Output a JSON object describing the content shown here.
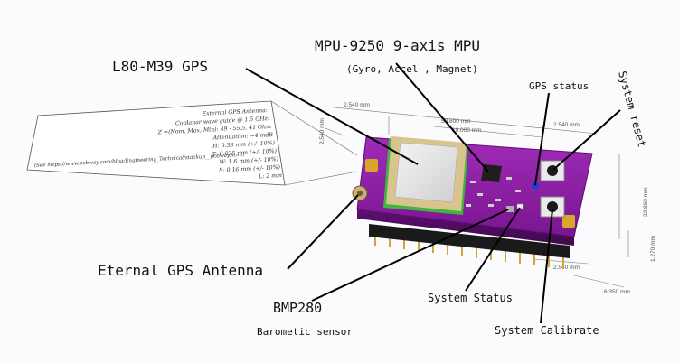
{
  "labels": {
    "gps": "L80-M39 GPS",
    "mpu": "MPU-9250 9-axis MPU",
    "mpu_sub": "(Gyro, Accel , Magnet)",
    "gps_status": "GPS status",
    "system_reset": "System reset",
    "antenna": "Eternal GPS Antenna",
    "bmp": "BMP280",
    "bmp_sub": "Barometic sensor",
    "system_status": "System Status",
    "system_calibrate": "System Calibrate"
  },
  "antenna_note": [
    "External GPS Antenna:",
    "Coplanar wave guide @ 1.5 GHz:",
    "Z =(Nom, Max, Min): 49 - 55.5, 41 Ohm",
    "Attenuation: ~4 mdB",
    "H: 0.33 mm (+/- 10%)",
    "T: 0.035 mm (+/- 10%)",
    "W: 1.6 mm (+/- 10%)",
    "S: 0.16 mm (+/- 10%)",
    "L: 2 mm",
    "(See https://www.pcbway.com/blog/Engineering_Technical/stackup__pcbway.html)"
  ],
  "dims": {
    "d1": "2.540 mm",
    "d2": "50.800 mm",
    "d3": "10.000 mm",
    "d4": "2.540 mm",
    "d5": "2.540 mm",
    "d6": "22.860 mm",
    "d7": "1.270 mm",
    "d8": "2.540 mm",
    "d9": "6.350 mm"
  },
  "colors": {
    "pcb": "#8b1fa3",
    "pcb_dark": "#5e0f73",
    "header": "#1a1a1a",
    "gps_module": "#d9c48f",
    "gps_shield": "#eeeeee",
    "led_blue": "#1e3fd6",
    "leader": "#000000"
  }
}
